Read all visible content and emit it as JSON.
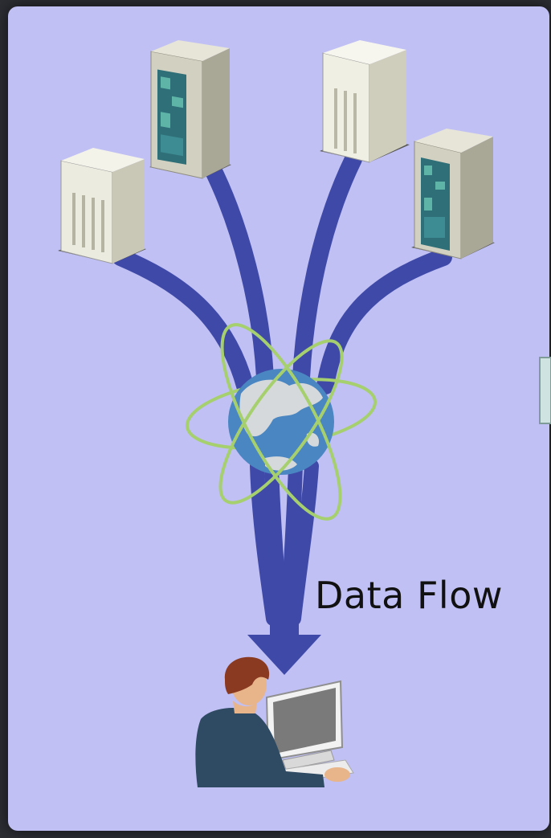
{
  "diagram": {
    "label": "Data Flow",
    "colors": {
      "background": "#2b2d33",
      "slide": "#c0c0f5",
      "pipe": "#3f4aa8",
      "orbit": "#a6cf6e",
      "globe_ocean": "#4a86c2",
      "globe_land": "#d6d9dc",
      "server_beige": "#ecebdf",
      "server_grey": "#b8b6a6",
      "server_panel": "#2f6f78",
      "person_suit": "#2f4a63",
      "person_hair": "#8a3a20",
      "monitor_screen": "#7a7a7a"
    },
    "nodes": [
      {
        "id": "server-1",
        "icon": "server-tower-icon"
      },
      {
        "id": "server-2",
        "icon": "server-tower-icon"
      },
      {
        "id": "server-3",
        "icon": "server-tower-icon"
      },
      {
        "id": "server-4",
        "icon": "server-tower-icon"
      },
      {
        "id": "network",
        "icon": "globe-icon"
      },
      {
        "id": "user",
        "icon": "person-at-computer-icon"
      }
    ]
  }
}
